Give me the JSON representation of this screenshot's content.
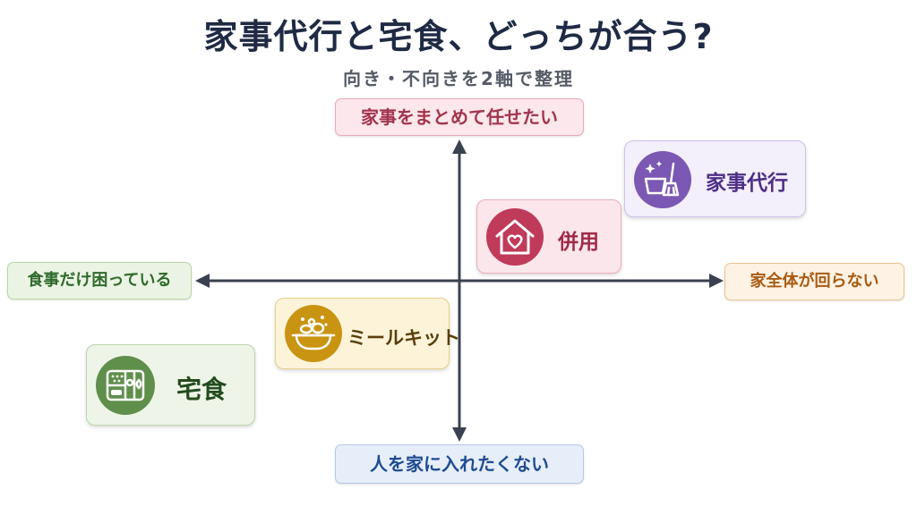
{
  "header": {
    "title": "家事代行と宅食、どっちが合う?",
    "subtitle": "向き・不向きを2軸で整理"
  },
  "axes": {
    "top": "家事をまとめて任せたい",
    "bottom": "人を家に入れたくない",
    "left": "食事だけ困っている",
    "right": "家全体が回らない",
    "color": "#3a4150"
  },
  "items": {
    "kaji_daiko": {
      "label": "家事代行",
      "icon": "bucket-broom-icon",
      "color": "#7b58b3"
    },
    "heiyo": {
      "label": "併用",
      "icon": "house-heart-icon",
      "color": "#c03a59"
    },
    "meal_kit": {
      "label": "ミールキット",
      "icon": "pot-ingredients-icon",
      "color": "#c99412"
    },
    "takushoku": {
      "label": "宅食",
      "icon": "bento-box-icon",
      "color": "#5f8f4a"
    }
  }
}
